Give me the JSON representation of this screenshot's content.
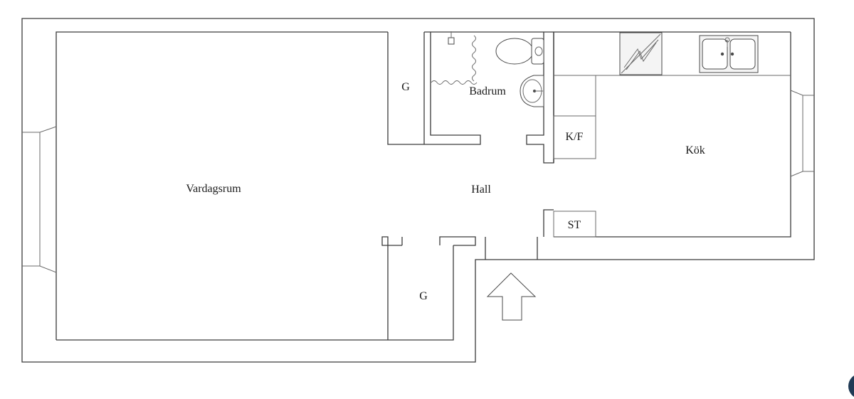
{
  "rooms": {
    "living_room": "Vardagsrum",
    "hall": "Hall",
    "bathroom": "Badrum",
    "kitchen": "Kök",
    "wardrobe_top": "G",
    "wardrobe_bottom": "G",
    "fridge_freezer": "K/F",
    "storage": "ST"
  },
  "colors": {
    "wall": "#3a3a3a",
    "background": "#ffffff",
    "corner_widget": "#1f3a55"
  },
  "icons": [
    "entrance-arrow-icon",
    "toilet-icon",
    "washbasin-icon",
    "shower-curtain-icon",
    "stove-icon",
    "kitchen-sink-icon"
  ]
}
